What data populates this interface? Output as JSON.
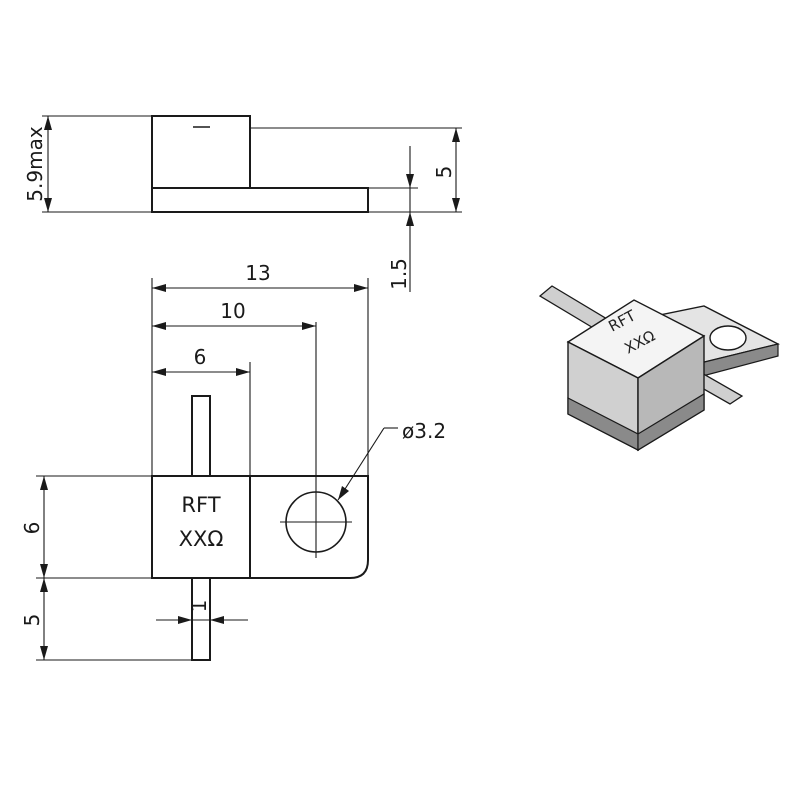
{
  "side_view": {
    "height_total_label": "5.9max",
    "body_height_label": "5",
    "flange_thickness_label": "1.5"
  },
  "top_view": {
    "overall_length_label": "13",
    "hole_center_label": "10",
    "lead_position_label": "6",
    "body_height_label": "6",
    "lead_length_label": "5",
    "lead_width_label": "1",
    "hole_diameter_label": "ø3.2",
    "marking_line1": "RFT",
    "marking_line2": "XXΩ"
  },
  "iso_view": {
    "marking_line1": "RFT",
    "marking_line2": "XXΩ"
  },
  "colors": {
    "line": "#1a1a1a",
    "background": "#ffffff"
  }
}
